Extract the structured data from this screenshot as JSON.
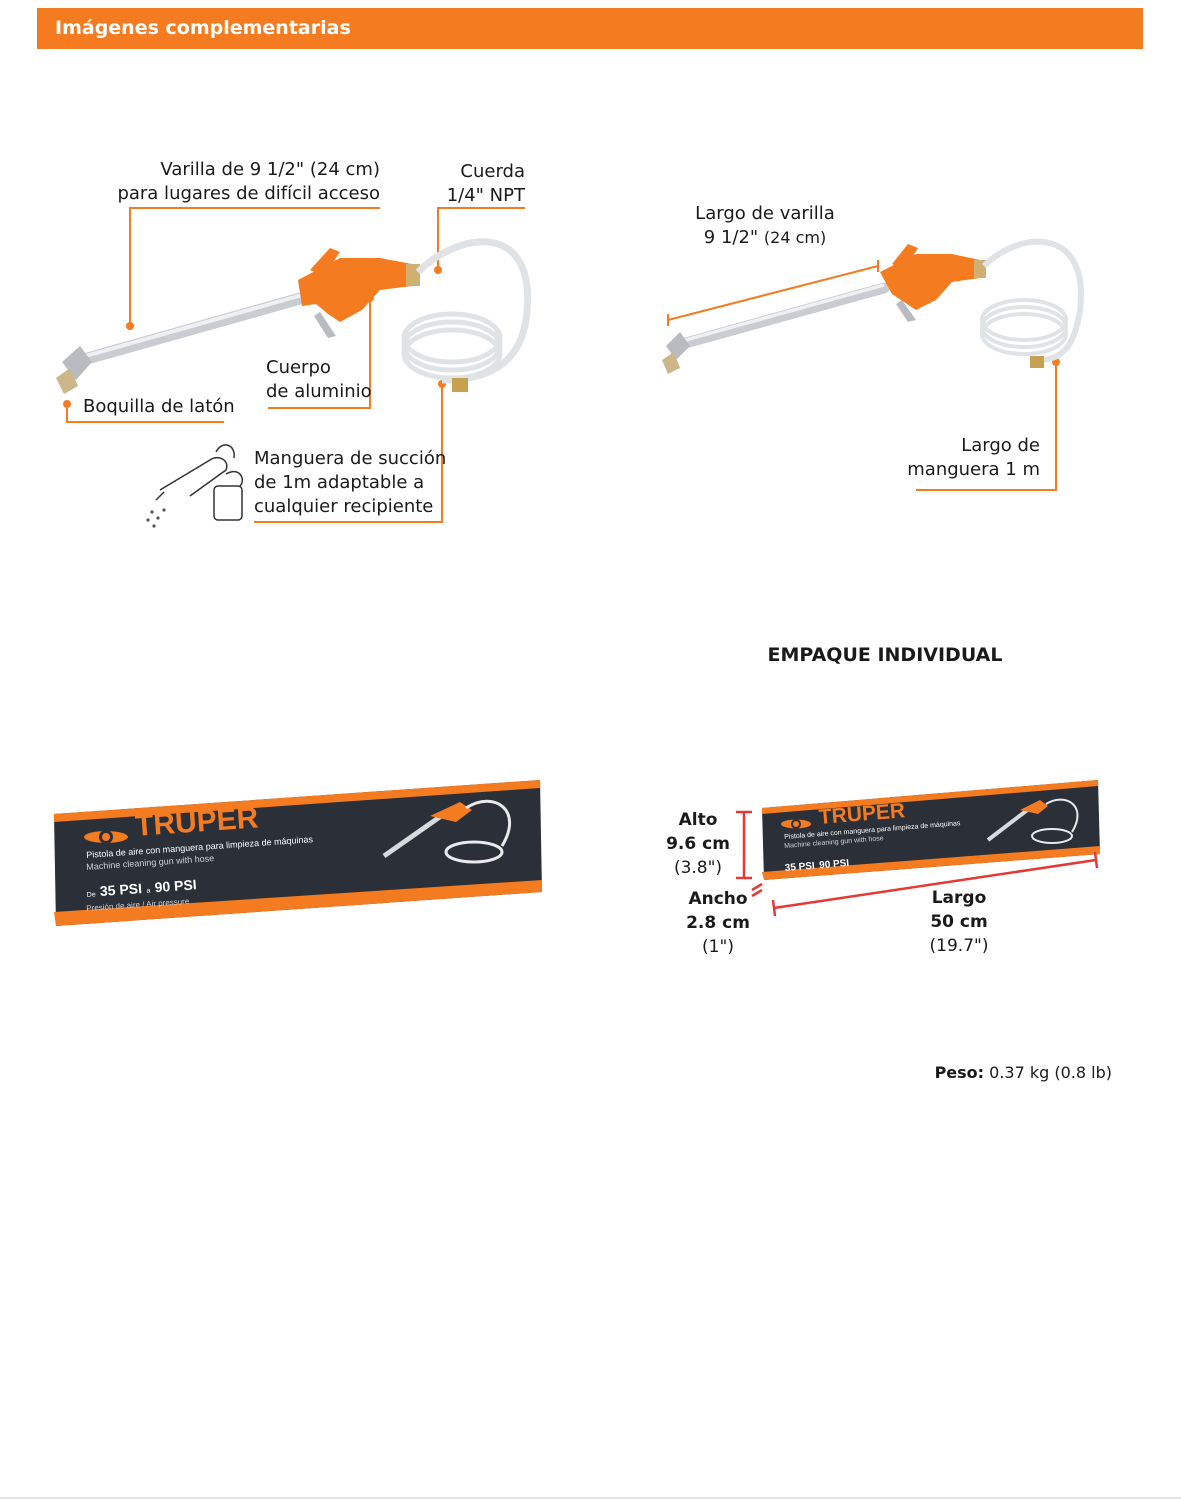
{
  "header": {
    "title": "Imágenes complementarias"
  },
  "callouts_left": {
    "rod": "Varilla de 9 1/2\" (24 cm)",
    "rod_line2": "para lugares de difícil acceso",
    "thread": "Cuerda",
    "thread_line2": "1/4\" NPT",
    "body": "Cuerpo",
    "body_line2": "de aluminio",
    "nozzle": "Boquilla de latón",
    "hose": "Manguera de succión",
    "hose_line2": "de 1m adaptable a",
    "hose_line3": "cualquier recipiente"
  },
  "callouts_right": {
    "rod_length": "Largo de varilla",
    "rod_length_value": "9 1/2\"",
    "rod_length_metric": "(24 cm)",
    "hose_length": "Largo de",
    "hose_length_line2": "manguera 1 m"
  },
  "packaging": {
    "title": "EMPAQUE INDIVIDUAL",
    "height_label": "Alto",
    "height_value": "9.6 cm",
    "height_imperial": "(3.8\")",
    "width_label": "Ancho",
    "width_value": "2.8 cm",
    "width_imperial": "(1\")",
    "length_label": "Largo",
    "length_value": "50 cm",
    "length_imperial": "(19.7\")",
    "weight_label": "Peso:",
    "weight_value": "0.37 kg (0.8 lb)"
  },
  "box": {
    "brand": "TRUPER",
    "product_es": "Pistola de aire con manguera para limpieza de máquinas",
    "product_en": "Machine cleaning gun with hose",
    "psi_from_prefix": "De",
    "psi_from": "35 PSI",
    "psi_to_prefix": "a",
    "psi_to": "90 PSI",
    "pressure_text": "Presión de aire / Air pressure"
  },
  "colors": {
    "accent": "#f47b20",
    "box_dark": "#2a2f38",
    "callout_line": "#f47b20"
  }
}
